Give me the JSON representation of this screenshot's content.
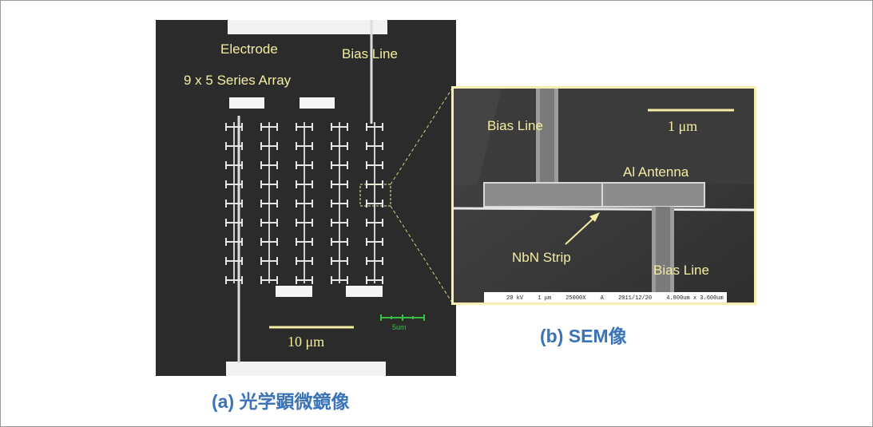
{
  "panel_a": {
    "labels": {
      "electrode": "Electrode",
      "bias_line": "Bias Line",
      "series_array": "9 x 5 Series Array",
      "scale_10um": "10 μm",
      "scale_5um": "5um"
    },
    "caption": "(a) 光学顕微鏡像"
  },
  "panel_b": {
    "labels": {
      "bias_line_top": "Bias Line",
      "scale_1um": "1 μm",
      "al_antenna": "Al Antenna",
      "nbn_strip": "NbN Strip",
      "bias_line_bottom": "Bias Line"
    },
    "info_bar": {
      "voltage": "20 kV",
      "scale": "1 μm",
      "magnification": "25000X",
      "detector": "A",
      "date": "2011/12/20",
      "field": "4.800um x 3.600um"
    },
    "caption": "(b) SEM像"
  },
  "colors": {
    "label_yellow": "#f3eda2",
    "caption_blue": "#3a73b8",
    "scalebar_green": "#37c040",
    "highlight_box": "#f5eeb0"
  }
}
